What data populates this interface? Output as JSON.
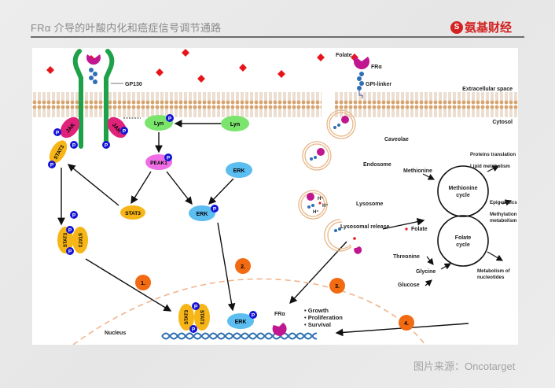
{
  "header": {
    "title": "FRα 介导的叶酸内化和癌症信号调节通路",
    "brand": "氨基财经",
    "brand_logo_glyph": "S"
  },
  "footer": {
    "source": "图片来源：Oncotarget"
  },
  "diagram": {
    "labels": {
      "gp130": "GP130",
      "folate_top": "Folate",
      "fra_top": "FRα",
      "gpi_linker": "GPI-linker",
      "extracellular": "Extracellular space",
      "cytosol": "Cytosol",
      "caveolae": "Caveolae",
      "endosome": "Endosome",
      "lysosome": "Lysosome",
      "h_plus": "H⁺",
      "lysosomal_release": "Lysosomal release",
      "folate_mid": "Folate",
      "methionine": "Methionine",
      "methionine_cycle_1": "Methionine",
      "methionine_cycle_2": "cycle",
      "folate_cycle_1": "Folate",
      "folate_cycle_2": "cycle",
      "proteins_translation": "Proteins translation",
      "lipid_metabolism": "Lipid metabolism",
      "epigenetics": "Epigenetics",
      "methylation_1": "Methylation",
      "methylation_2": "metabolism",
      "threonine": "Threonine",
      "glycine": "Glycine",
      "glucose": "Glucose",
      "nucleotides_1": "Metabolism of",
      "nucleotides_2": "nucleotides",
      "nucleus": "Nucleus",
      "fra_nucleus": "FRα",
      "growth": "Growth",
      "proliferation": "Proliferation",
      "survival": "Survival"
    },
    "proteins": {
      "jak": "JAK",
      "stat3": "STAT3",
      "lyn": "Lyn",
      "peak1": "PEAK1",
      "erk": "ERK",
      "p": "P"
    },
    "pathways": [
      "1.",
      "2.",
      "3.",
      "4."
    ],
    "colors": {
      "folate": "#e8141b",
      "fra": "#c0168f",
      "gp130": "#1fa14a",
      "jak": "#e0237a",
      "stat3": "#f7b617",
      "lyn": "#7be46c",
      "peak1": "#ef6ee6",
      "erk": "#5bbdf0",
      "phospho": "#1414d6",
      "pathway": "#f26b13",
      "membrane": "#c99b6a",
      "dna": "#2e6fb0"
    }
  }
}
